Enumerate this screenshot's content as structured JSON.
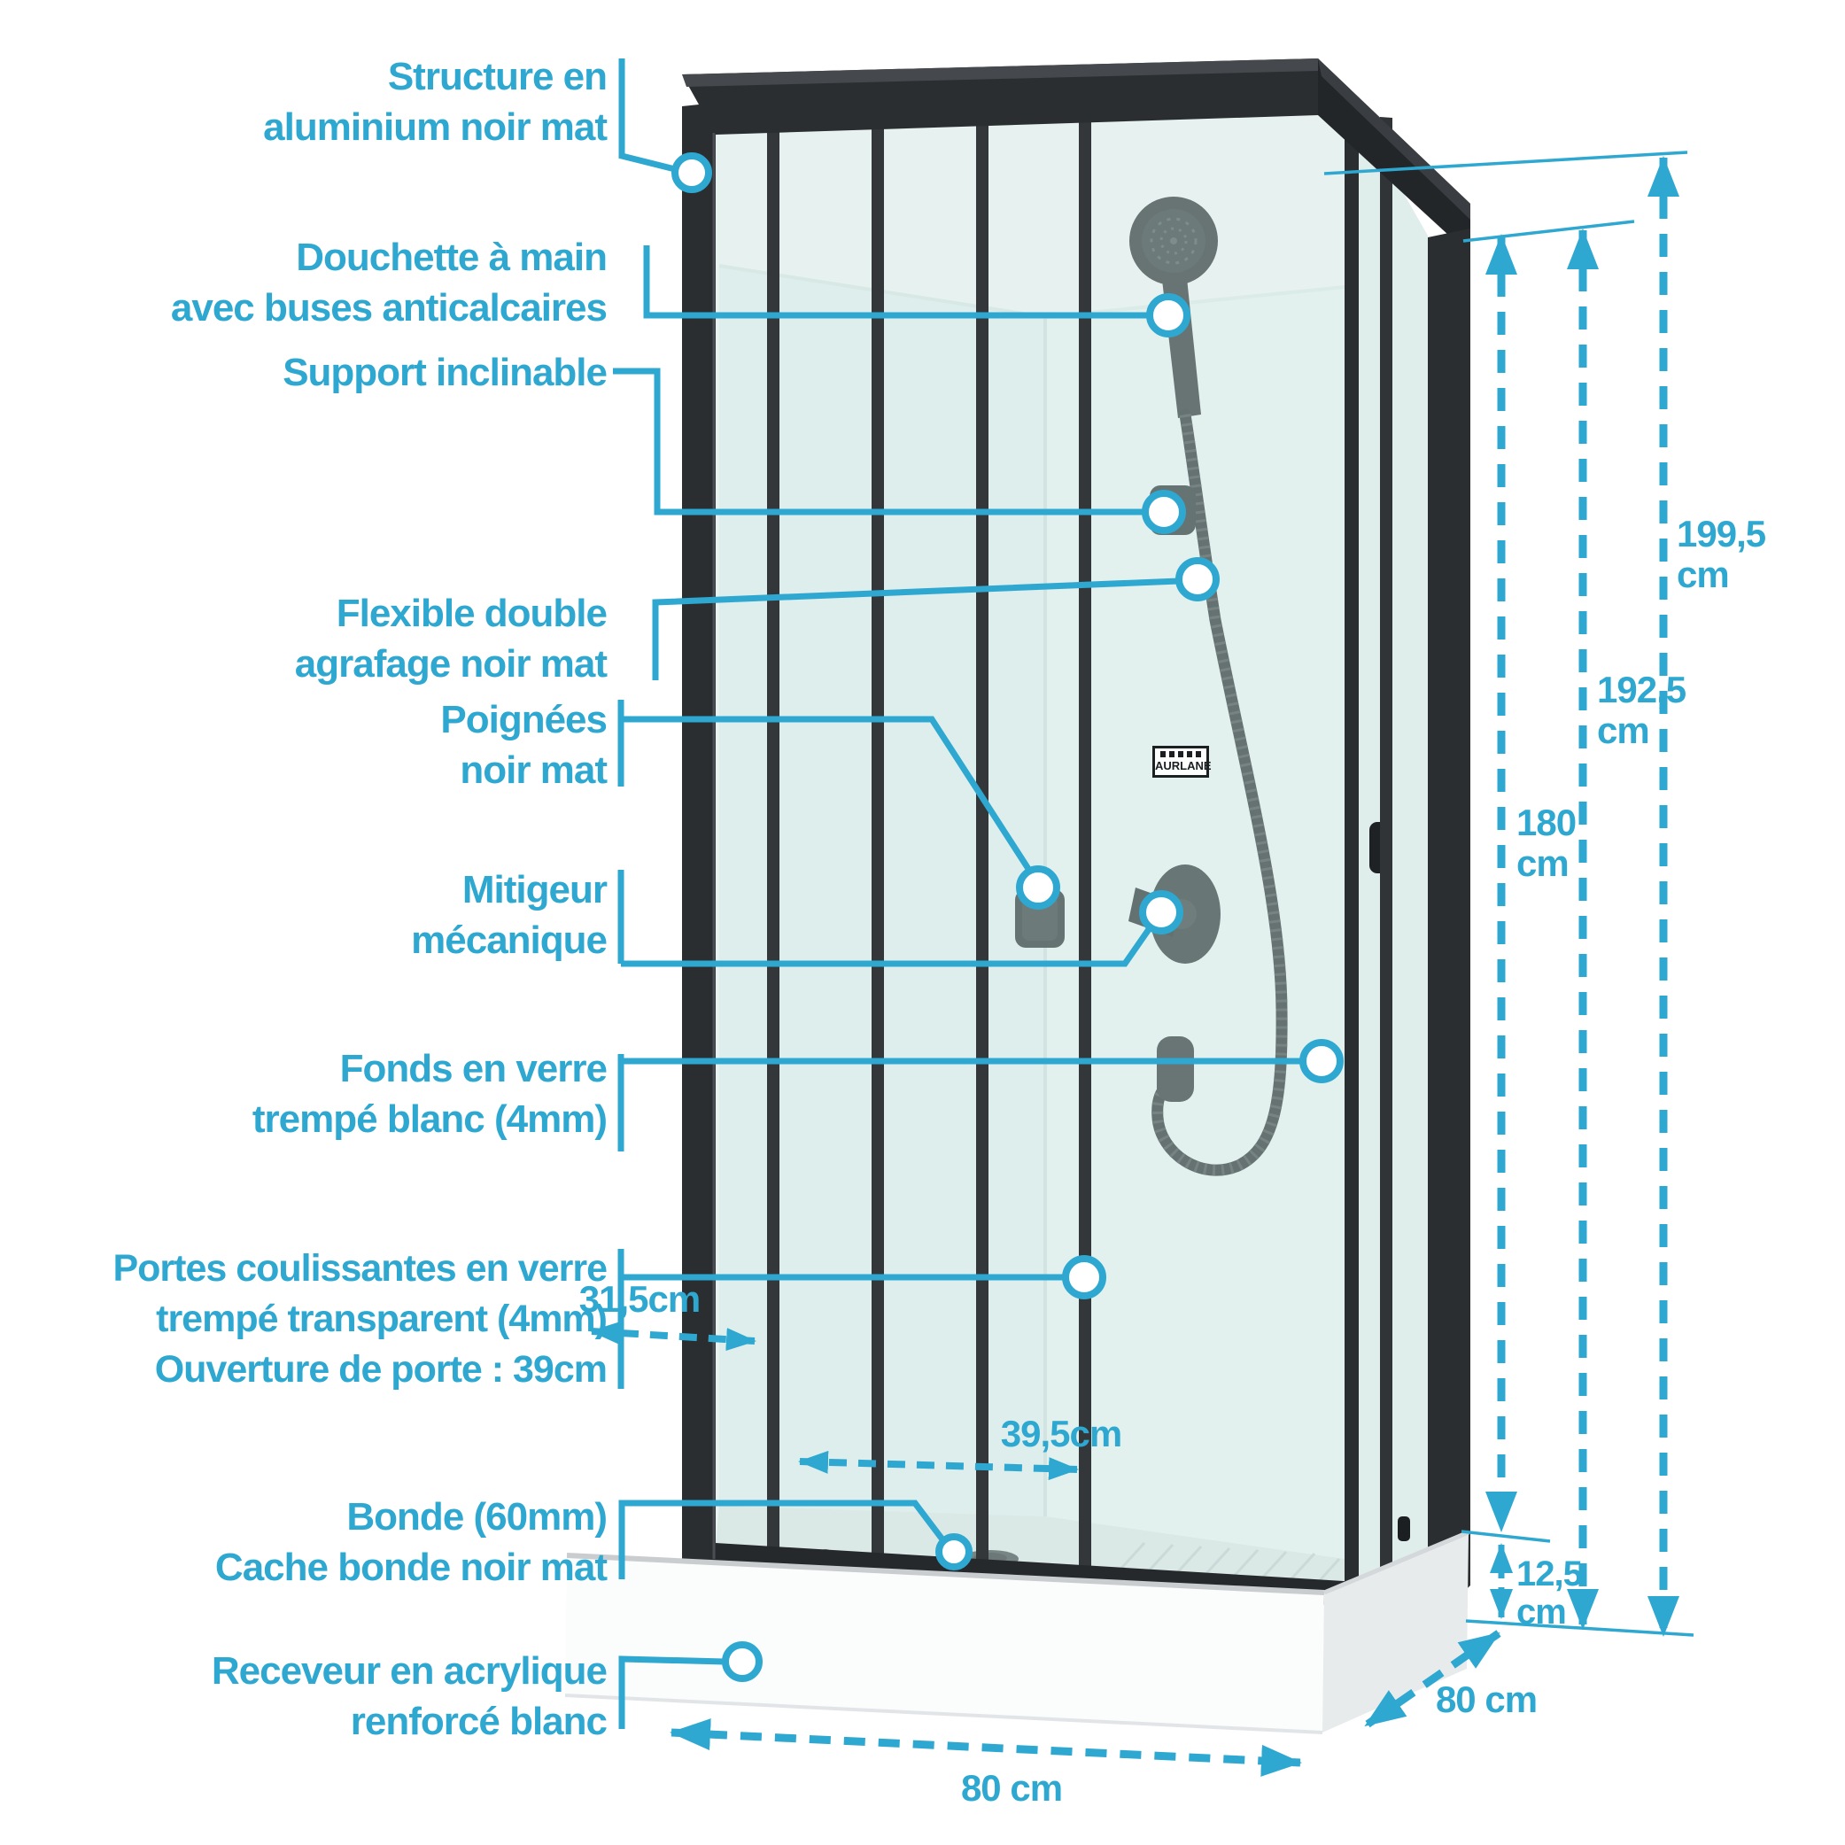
{
  "accent_color": "#2ea8d0",
  "frame_color": "#2b2e31",
  "features": [
    {
      "id": "structure",
      "lines": [
        "Structure en",
        "aluminium noir mat"
      ]
    },
    {
      "id": "douchette",
      "lines": [
        "Douchette à main",
        "avec buses anticalcaires"
      ]
    },
    {
      "id": "support",
      "lines": [
        "Support inclinable"
      ]
    },
    {
      "id": "flexible",
      "lines": [
        "Flexible double",
        "agrafage noir mat"
      ]
    },
    {
      "id": "poignees",
      "lines": [
        "Poignées",
        "noir mat"
      ]
    },
    {
      "id": "mitigeur",
      "lines": [
        "Mitigeur",
        "mécanique"
      ]
    },
    {
      "id": "fonds",
      "lines": [
        "Fonds en verre",
        "trempé blanc (4mm)"
      ]
    },
    {
      "id": "portes",
      "lines": [
        "Portes coulissantes en verre",
        "trempé transparent (4mm)",
        "Ouverture de porte : 39cm"
      ]
    },
    {
      "id": "bonde",
      "lines": [
        "Bonde (60mm)",
        "Cache bonde noir mat"
      ]
    },
    {
      "id": "receveur",
      "lines": [
        "Receveur en acrylique",
        "renforcé blanc"
      ]
    }
  ],
  "dimensions": {
    "height_total": {
      "value": "199,5",
      "unit": "cm"
    },
    "height_mid": {
      "value": "192,5",
      "unit": "cm"
    },
    "height_inner": {
      "value": "180",
      "unit": "cm"
    },
    "tray_height": {
      "value": "12,5",
      "unit": "cm"
    },
    "depth": "80 cm",
    "width": "80 cm",
    "door_panel": "31,5cm",
    "door_opening": "39,5cm"
  },
  "brand": {
    "logo_text": "AURLANE"
  }
}
